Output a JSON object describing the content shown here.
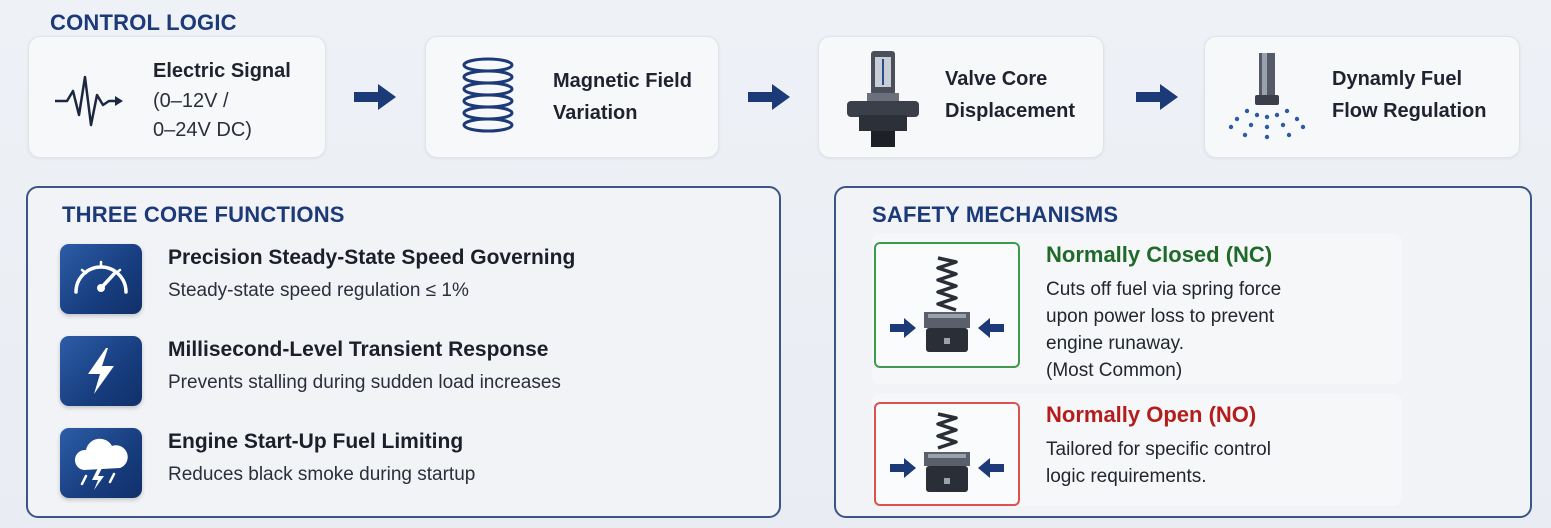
{
  "control_logic": {
    "title": "CONTROL LOGIC",
    "steps": [
      {
        "title": "Electric Signal",
        "sub1": "(0–12V /",
        "sub2": "0–24V DC)",
        "icon": "signal-wave-icon"
      },
      {
        "title1": "Magnetic Field",
        "title2": "Variation",
        "icon": "coil-icon"
      },
      {
        "title1": "Valve Core",
        "title2": "Displacement",
        "icon": "valve-icon"
      },
      {
        "title1": "Dynamly Fuel",
        "title2": "Flow Regulation",
        "icon": "fuel-spray-icon"
      }
    ]
  },
  "core_functions": {
    "title": "THREE CORE FUNCTIONS",
    "items": [
      {
        "title": "Precision Steady-State Speed Governing",
        "desc": "Steady-state speed regulation  ≤ 1%",
        "icon": "speedometer-icon"
      },
      {
        "title": "Millisecond-Level Transient Response",
        "desc": "Prevents stalling during sudden load increases",
        "icon": "lightning-icon"
      },
      {
        "title": "Engine Start-Up Fuel Limiting",
        "desc": "Reduces black smoke during startup",
        "icon": "storm-cloud-icon"
      }
    ]
  },
  "safety": {
    "title": "SAFETY MECHANISMS",
    "nc": {
      "title": "Normally Closed (NC)",
      "color": "#1f6a2a",
      "lines": [
        "Cuts off fuel via spring force",
        "upon power loss to prevent",
        "engine runaway.",
        "(Most Common)"
      ]
    },
    "no": {
      "title": "Normally Open (NO)",
      "color": "#b51d1d",
      "lines": [
        "Tailored for specific control",
        "logic requirements."
      ]
    }
  },
  "colors": {
    "accent": "#1d3a78",
    "nc_border": "#3f9a4c",
    "no_border": "#d9534f"
  }
}
